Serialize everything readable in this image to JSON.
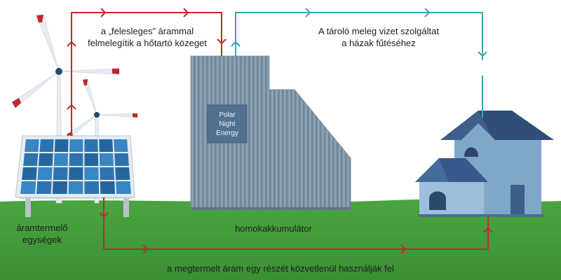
{
  "labels": {
    "top_left_line1": "a „felesleges” árammal",
    "top_left_line2": "felmelegítik a hőtartó közeget",
    "top_right_line1": "A tároló meleg vizet szolgáltat",
    "top_right_line2": "a házak fűtéséhez",
    "generators_line1": "áramtermelő",
    "generators_line2": "egységek",
    "accumulator": "homokakkumulátor",
    "bottom": "a megtermelt áram egy részét közvetlenül használják fel"
  },
  "plaque": {
    "line1": "Polar",
    "line2": "Night",
    "line3": "Energy"
  },
  "colors": {
    "sky": "#ffffff",
    "grass": "#3f9a3a",
    "electric_flow": "#c42a2a",
    "heat_flow": "#3aa4b3",
    "building": "#8196ab",
    "house_wall": "#7ea6c8",
    "house_roof": "#2f4e77",
    "solar_cell": "#2c74b0",
    "turbine_tip": "#c0262c"
  },
  "icons": [
    "wind-turbine-icon",
    "solar-panel-icon",
    "sand-battery-icon",
    "house-icon",
    "arrow-icon"
  ]
}
